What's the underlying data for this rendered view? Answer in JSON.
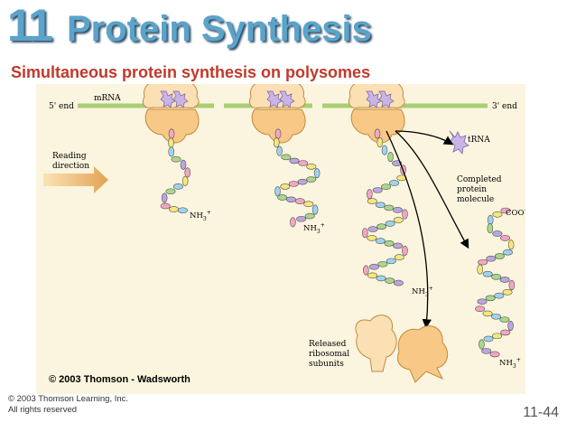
{
  "slide": {
    "chapter_number": "11",
    "title": "Protein Synthesis",
    "subtitle": "Simultaneous protein synthesis on polysomes",
    "figure_copyright": "© 2003 Thomson - Wadsworth",
    "footer_line1": "© 2003 Thomson Learning, Inc.",
    "footer_line2": "All rights reserved",
    "page_number": "11-44"
  },
  "diagram": {
    "mrna_label": "mRNA",
    "five_prime_end": "5' end",
    "three_prime_end": "3' end",
    "reading_direction_line1": "Reading",
    "reading_direction_line2": "direction",
    "trna_label": "tRNA",
    "completed_line1": "Completed",
    "completed_line2": "protein",
    "completed_line3": "molecule",
    "coo_label": "COO",
    "nh3_label": "NH",
    "released_line1": "Released",
    "released_line2": "ribosomal",
    "released_line3": "subunits",
    "colors": {
      "figure_bg": "#fbf5df",
      "mrna": "#a8cf74",
      "ribosome": "#f7c886",
      "ribosome_outline": "#c08a3c",
      "bead_colors": [
        "#f3a6c3",
        "#f6e77a",
        "#9fd3ec",
        "#a9d88b",
        "#b9a7dd"
      ],
      "title": "#5ba3c9",
      "subtitle": "#c0392b"
    }
  }
}
